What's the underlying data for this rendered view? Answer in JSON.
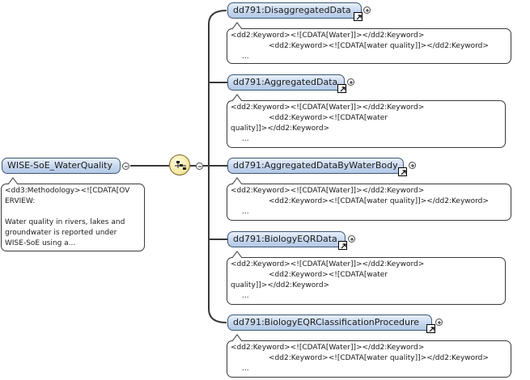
{
  "root": {
    "name": "WISE-SoE_WaterQuality",
    "annotation": [
      "<dd3:Methodology><![CDATA[OV",
      "ERVIEW:",
      "",
      "Water quality in rivers, lakes and",
      "groundwater is reported under",
      "WISE-SoE using a..."
    ]
  },
  "compositor": "sequence",
  "children": [
    {
      "name": "dd791:DisaggregatedData",
      "annotation_first": "<dd2:Keyword><![CDATA[Water]]></dd2:Keyword>",
      "annotation_rest": [
        "<dd2:Keyword><![CDATA[water quality]]></dd2:Keyword>"
      ],
      "dots": "..."
    },
    {
      "name": "dd791:AggregatedData",
      "annotation_first": "<dd2:Keyword><![CDATA[Water]]></dd2:Keyword>",
      "annotation_rest": [
        "<dd2:Keyword><![CDATA[water",
        "quality]]></dd2:Keyword>"
      ],
      "dots": "..."
    },
    {
      "name": "dd791:AggregatedDataByWaterBody",
      "annotation_first": "<dd2:Keyword><![CDATA[Water]]></dd2:Keyword>",
      "annotation_rest": [
        "<dd2:Keyword><![CDATA[water quality]]></dd2:Keyword>"
      ],
      "dots": "..."
    },
    {
      "name": "dd791:BiologyEQRData",
      "annotation_first": "<dd2:Keyword><![CDATA[Water]]></dd2:Keyword>",
      "annotation_rest": [
        "<dd2:Keyword><![CDATA[water",
        "quality]]></dd2:Keyword>"
      ],
      "dots": "..."
    },
    {
      "name": "dd791:BiologyEQRClassificationProcedure",
      "annotation_first": "<dd2:Keyword><![CDATA[Water]]></dd2:Keyword>",
      "annotation_rest": [
        "<dd2:Keyword><![CDATA[water quality]]></dd2:Keyword>"
      ],
      "dots": "..."
    }
  ]
}
